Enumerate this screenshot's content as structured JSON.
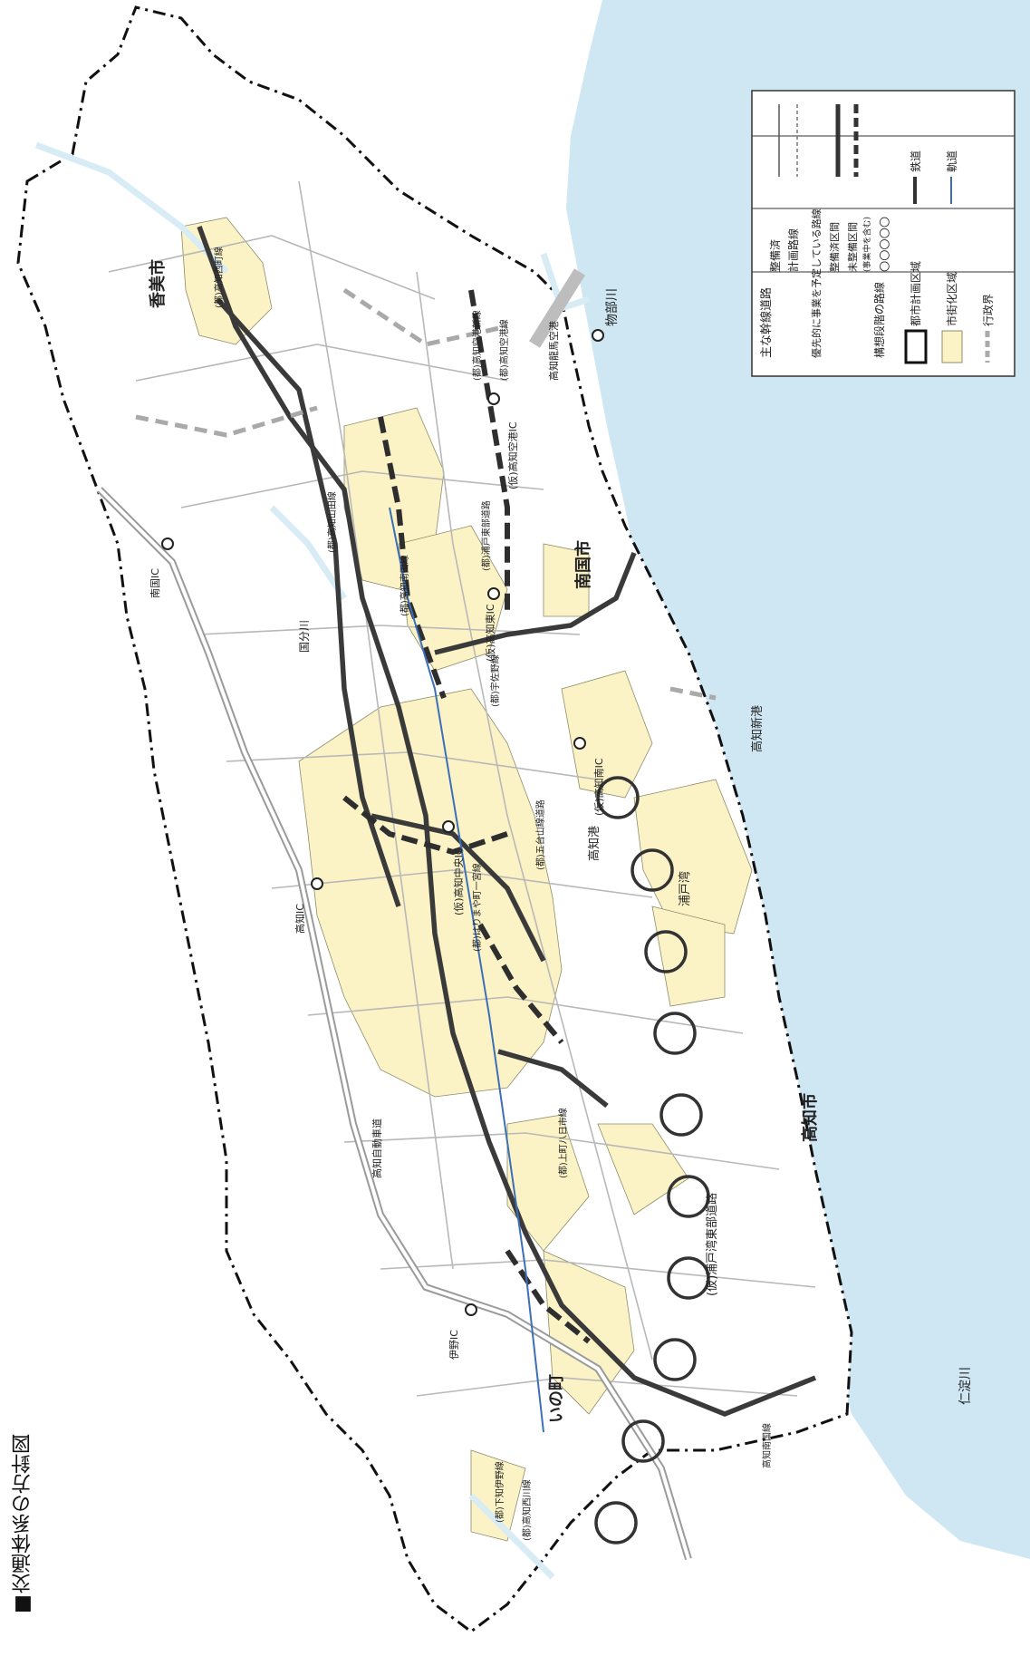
{
  "title": "■交通体系の方針図",
  "colors": {
    "sea": "#cfe6f3",
    "urbanization_area": "#fbf3c6",
    "admin_boundary": "#111111",
    "major_road": "#3a3a3a",
    "planned_road": "#a9a9a9",
    "highway": "#9a9a9a",
    "tram": "#3d6fb8",
    "river": "#d8ecf6"
  },
  "legend": {
    "rows": [
      {
        "name": "主な幹線道路",
        "line1": "整備済",
        "line2": "計画路線"
      },
      {
        "name": "優先的に事業を予定している路線",
        "line1": "整備済区間",
        "line2": "未整備区間",
        "note": "(事業中を含む)"
      },
      {
        "name": "構想段階の路線",
        "symbol": "○○○○○"
      }
    ],
    "bottom": {
      "city_planning_area": "都市計画区域",
      "urbanization_area": "市街化区域",
      "admin_boundary": "行政界",
      "railway": "鉄道",
      "tram": "軌道"
    }
  },
  "places": {
    "konan": "香美市",
    "nankoku": "南国市",
    "kochi": "高知市",
    "ino": "いの町",
    "urado": "浦戸湾",
    "kochi_port": "高知港",
    "kochi_shinko": "高知新港",
    "monobe": "物部川",
    "niyodo": "仁淀川",
    "kokubu": "国分川",
    "airport": "高知龍馬空港"
  },
  "ic": {
    "nankoku_ic": "南国IC",
    "kochi_ic": "高知IC",
    "ino_ic": "伊野IC",
    "airport_ic": "(仮)高知空港IC",
    "kochi_east_ic": "(仮)高知東IC",
    "kochi_south_ic": "(仮)高知南IC",
    "kochi_central_ic": "(仮)高知中央IC"
  },
  "roads": {
    "r1": "(都)高知西町線",
    "r2": "(都)高知空港新線",
    "r3": "(都)高知空港線",
    "r4": "(都)高知山田線",
    "r5": "(都)浦戸東部道路",
    "r6": "(都)高知南国線",
    "r7": "(都)宇佐野線",
    "r8": "(都)はりまや町一宮線",
    "r9": "(都)五台山線道路",
    "r10": "(都)上町八日市線",
    "r11": "(都)下知伊野線",
    "r12": "(都)高知西川線",
    "r13": "(仮)浦戸湾東部道路",
    "r14": "高知自動車道",
    "r15": "高知南国線"
  }
}
